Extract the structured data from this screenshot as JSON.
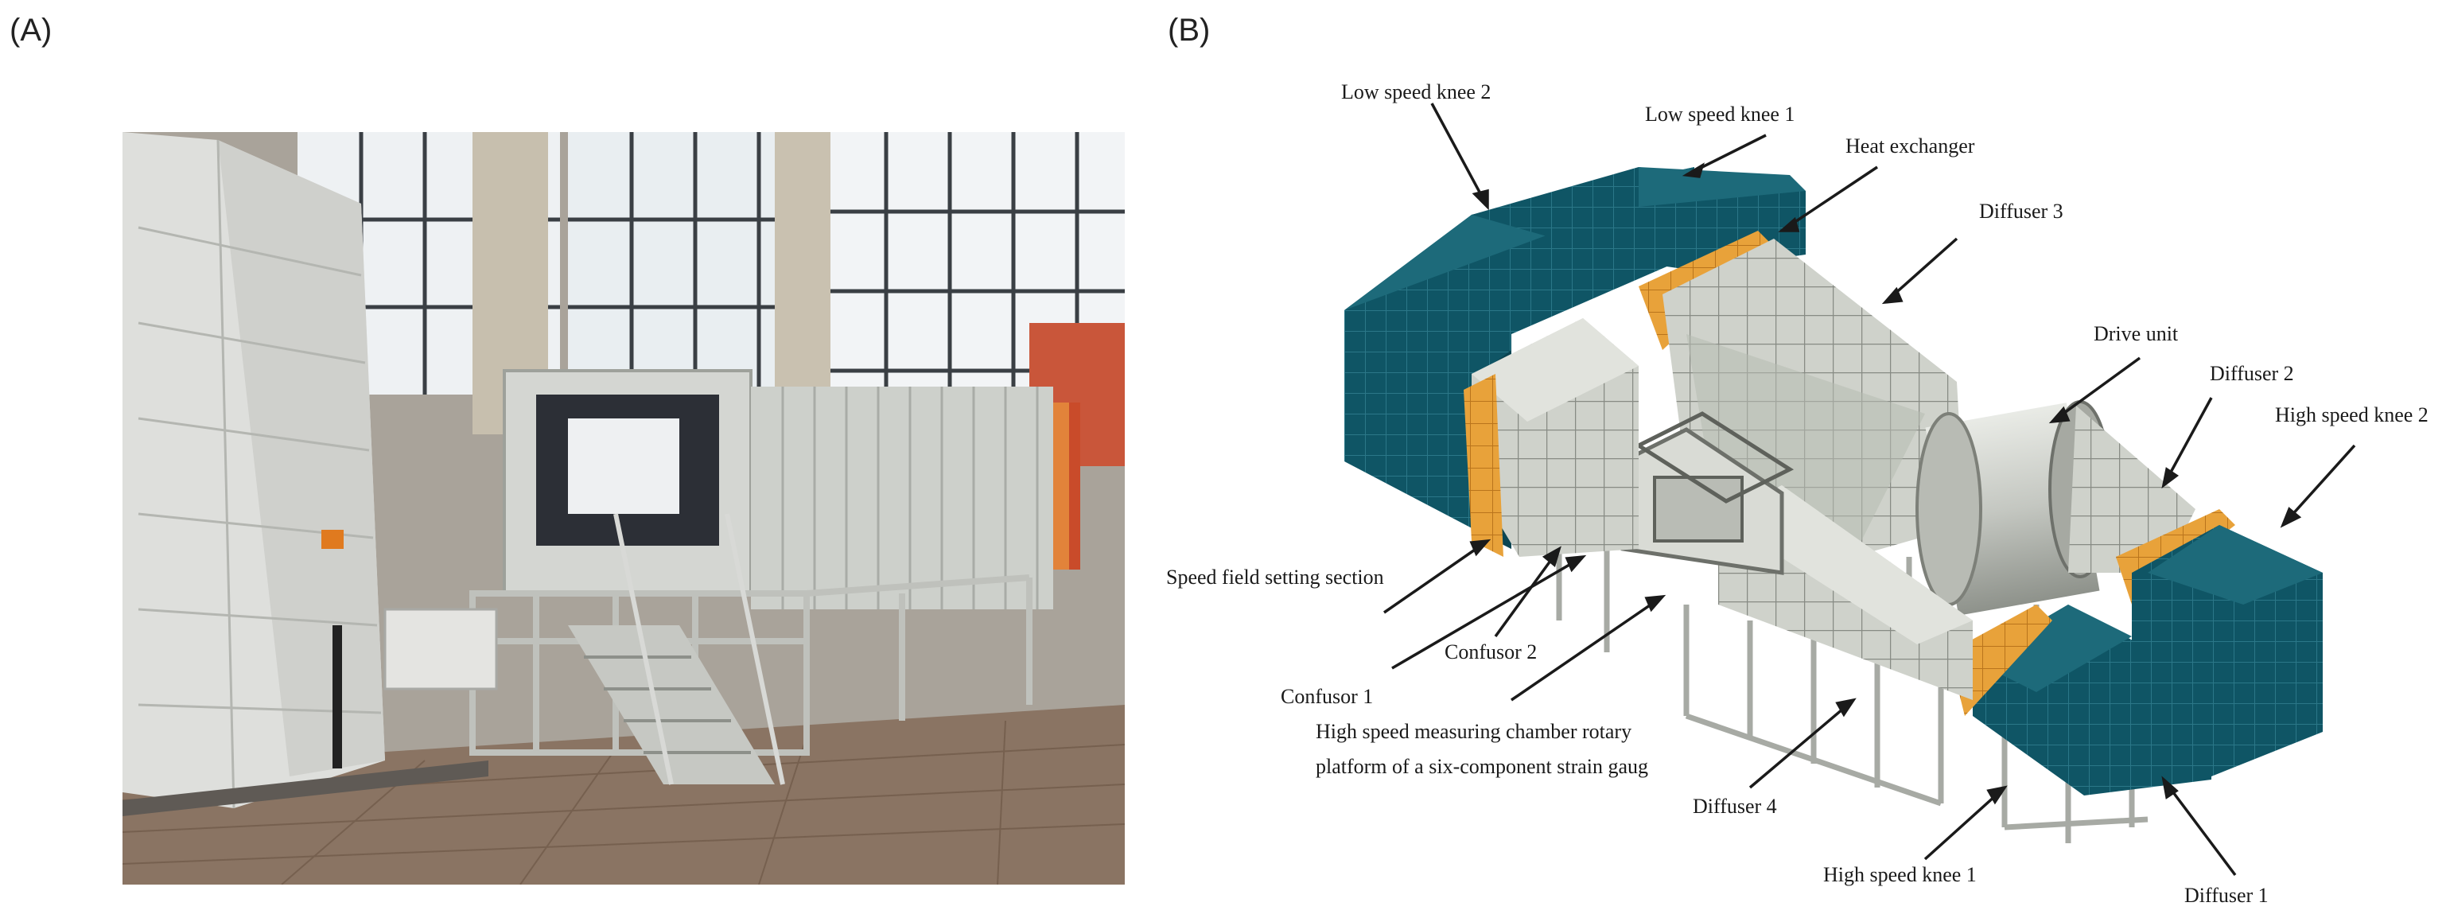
{
  "panels": {
    "a_label": "(A)",
    "b_label": "(B)"
  },
  "callouts": {
    "low_speed_knee_2": "Low speed knee 2",
    "low_speed_knee_1": "Low speed knee 1",
    "heat_exchanger": "Heat exchanger",
    "diffuser_3": "Diffuser 3",
    "drive_unit": "Drive unit",
    "diffuser_2": "Diffuser 2",
    "high_speed_knee_2": "High speed knee 2",
    "speed_field_setting_section": "Speed field setting section",
    "confusor_2": "Confusor 2",
    "confusor_1": "Confusor 1",
    "high_speed_chamber_line1": "High speed measuring chamber rotary",
    "high_speed_chamber_line2": "platform of a six-component strain gaug",
    "diffuser_4": "Diffuser 4",
    "high_speed_knee_1": "High speed knee 1",
    "diffuser_1": "Diffuser 1"
  },
  "colors": {
    "knee_teal": "#0f5565",
    "screen_orange": "#e8a23a",
    "duct_grey": "#cfd2cb",
    "frame_grey": "#a7aaa4",
    "photo_floor": "#8a7463",
    "photo_wall": "#d9dbd7"
  }
}
